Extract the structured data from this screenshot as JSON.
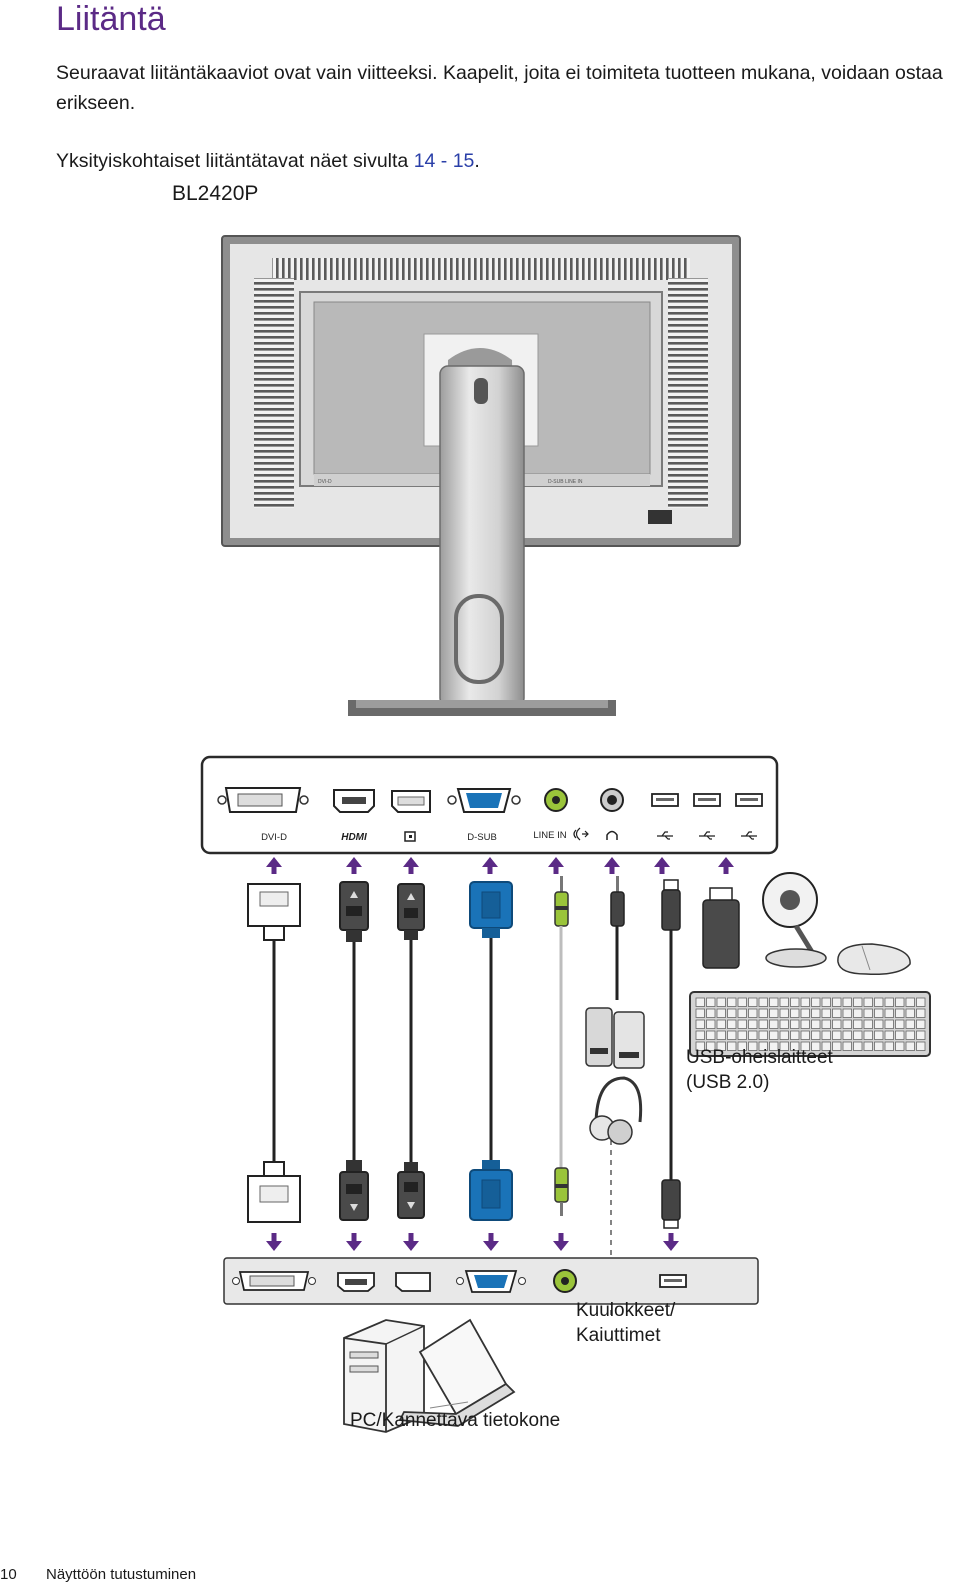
{
  "page": {
    "title": "Liitäntä",
    "intro": "Seuraavat liitäntäkaaviot ovat vain viitteeksi. Kaapelit, joita ei toimiteta tuotteen mukana, voidaan ostaa erikseen.",
    "details_prefix": "Yksityiskohtaiset liitäntätavat näet sivulta ",
    "details_link": "14 - 15",
    "details_suffix": ".",
    "model": "BL2420P"
  },
  "ports": {
    "dvi": "DVI-D",
    "hdmi": "HDMI",
    "dsub": "D-SUB",
    "line_in": "LINE IN"
  },
  "labels": {
    "usb_devices_line1": "USB-oheislaitteet",
    "usb_devices_line2": "(USB 2.0)",
    "headphones_line1": "Kuulokkeet/",
    "headphones_line2": "Kaiuttimet",
    "pc": "PC/Kannettava tietokone"
  },
  "footer": {
    "page_number": "10",
    "section": "Näyttöön tutustuminen"
  },
  "colors": {
    "title": "#5b2a86",
    "arrow": "#5b2a86",
    "link": "#2a3fa8",
    "vga_blue": "#1a73b8",
    "audio_green": "#9ac43a"
  },
  "icons": [
    "displayport-icon",
    "audio-in-icon",
    "headphone-icon",
    "usb-icon"
  ]
}
